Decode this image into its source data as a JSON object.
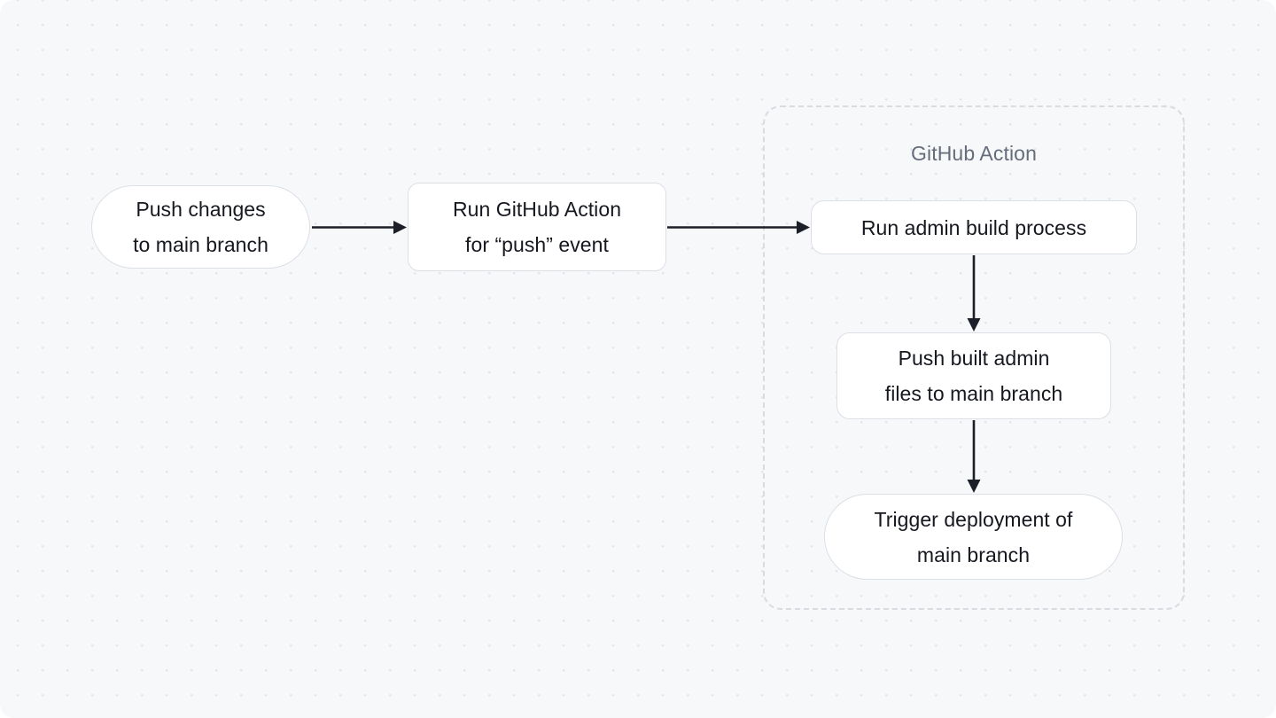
{
  "diagram": {
    "background_color": "#f7f8fa",
    "dot_color": "#e4e5ea",
    "edge_color": "#1c1f28",
    "node_fill": "#ffffff",
    "node_border": "#dcdfe5",
    "node_text_color": "#16181f",
    "group_border_color": "#d9dbe1",
    "group_title_color": "#656d7b",
    "type": "flowchart",
    "group": {
      "label": "GitHub Action"
    },
    "nodes": [
      {
        "id": "push-changes",
        "label": "Push changes\nto main branch",
        "shape": "pill"
      },
      {
        "id": "run-action",
        "label": "Run GitHub Action\nfor “push” event",
        "shape": "rounded-rect"
      },
      {
        "id": "run-build",
        "label": "Run admin build process",
        "shape": "rounded-rect"
      },
      {
        "id": "push-built",
        "label": "Push built admin\nfiles to main branch",
        "shape": "rounded-rect"
      },
      {
        "id": "trigger-deploy",
        "label": "Trigger deployment of\nmain branch",
        "shape": "pill"
      }
    ],
    "edges": [
      {
        "from": "push-changes",
        "to": "run-action",
        "direction": "right"
      },
      {
        "from": "run-action",
        "to": "run-build",
        "direction": "right"
      },
      {
        "from": "run-build",
        "to": "push-built",
        "direction": "down"
      },
      {
        "from": "push-built",
        "to": "trigger-deploy",
        "direction": "down"
      }
    ]
  }
}
